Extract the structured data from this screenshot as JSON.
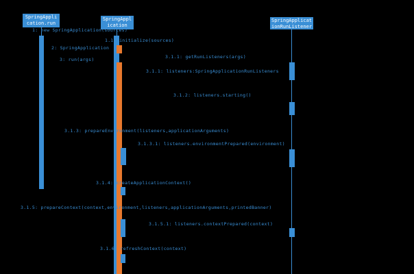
{
  "participants": {
    "run": "SpringApplication.run ()",
    "app": "SpringApplication",
    "listeners": "SpringApplicationRunListeners"
  },
  "messages": {
    "m1": "1: new SpringApplication(sources)",
    "m1_1": "1.1: initialize(sources)",
    "m2": "2: SpringApplication",
    "m3": "3: run(args)",
    "m3_1_1": "3.1.1: getRunListeners(args)",
    "m3_1_1_1": "3.1.1: listeners:SpringApplicationRunListeners",
    "m3_1_2": "3.1.2: listeners.starting()",
    "m3_1_3": "3.1.3: prepareEnvironment(listeners,applicationArguments)",
    "m3_1_3_1": "3.1.3.1: listeners.environmentPrepared(environment)",
    "m3_1_4": "3.1.4: createApplicationContext()",
    "m3_1_5": "3.1.5: prepareContext(context,environment,listeners,applicationArguments,printedBanner)",
    "m3_1_5_1": "3.1.5.1: listeners.contextPrepared(context)",
    "m3_1_6": "3.1.6: refreshContext(context)"
  },
  "colors": {
    "background": "#000000",
    "primary": "#3a8fd6",
    "activation": "#e8792e"
  }
}
